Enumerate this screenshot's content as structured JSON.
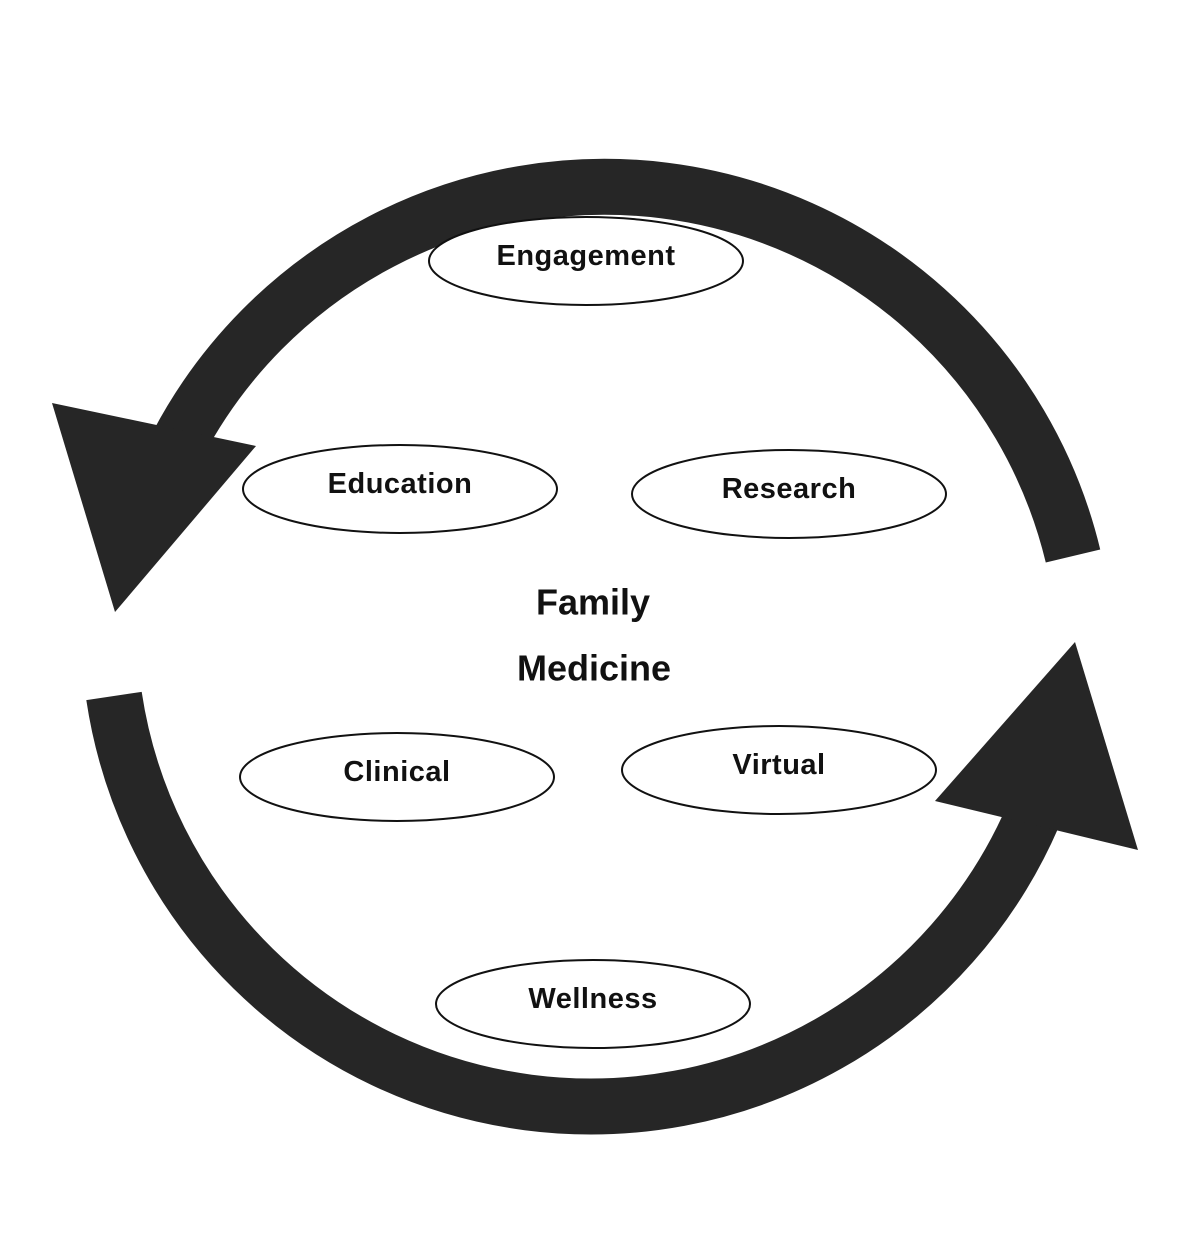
{
  "center": {
    "line1": "Family",
    "line2": "Medicine"
  },
  "nodes": {
    "engagement": "Engagement",
    "education": "Education",
    "research": "Research",
    "clinical": "Clinical",
    "virtual": "Virtual",
    "wellness": "Wellness"
  },
  "colors": {
    "arrow": "#262626",
    "text": "#111111",
    "ellipse_stroke": "#111111",
    "background": "#ffffff"
  }
}
